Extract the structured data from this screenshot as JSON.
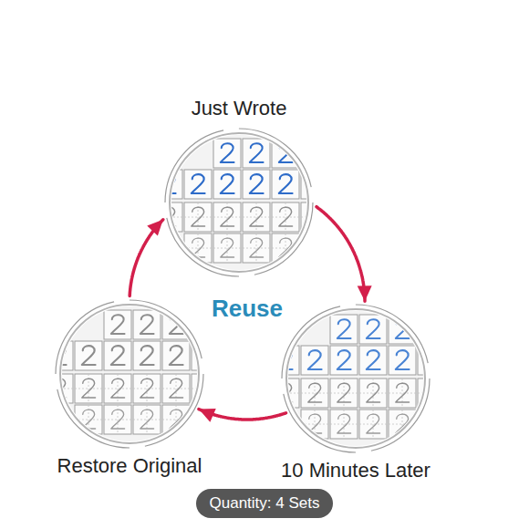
{
  "diagram": {
    "nodes": [
      {
        "text": [
          "Just Wrote"
        ]
      },
      {
        "text": [
          "10 Minutes Later"
        ]
      },
      {
        "text": [
          "Restore Original"
        ]
      },
      {
        "text": [
          "Quantity: 4 Sets"
        ]
      }
    ],
    "edges": [
      {
        "from": 0,
        "to": 1,
        "arrow": "to"
      },
      {
        "from": 1,
        "to": 2,
        "arrow": "to"
      },
      {
        "from": 2,
        "to": 0,
        "arrow": "to"
      }
    ],
    "labels": [
      "Reuse"
    ]
  }
}
